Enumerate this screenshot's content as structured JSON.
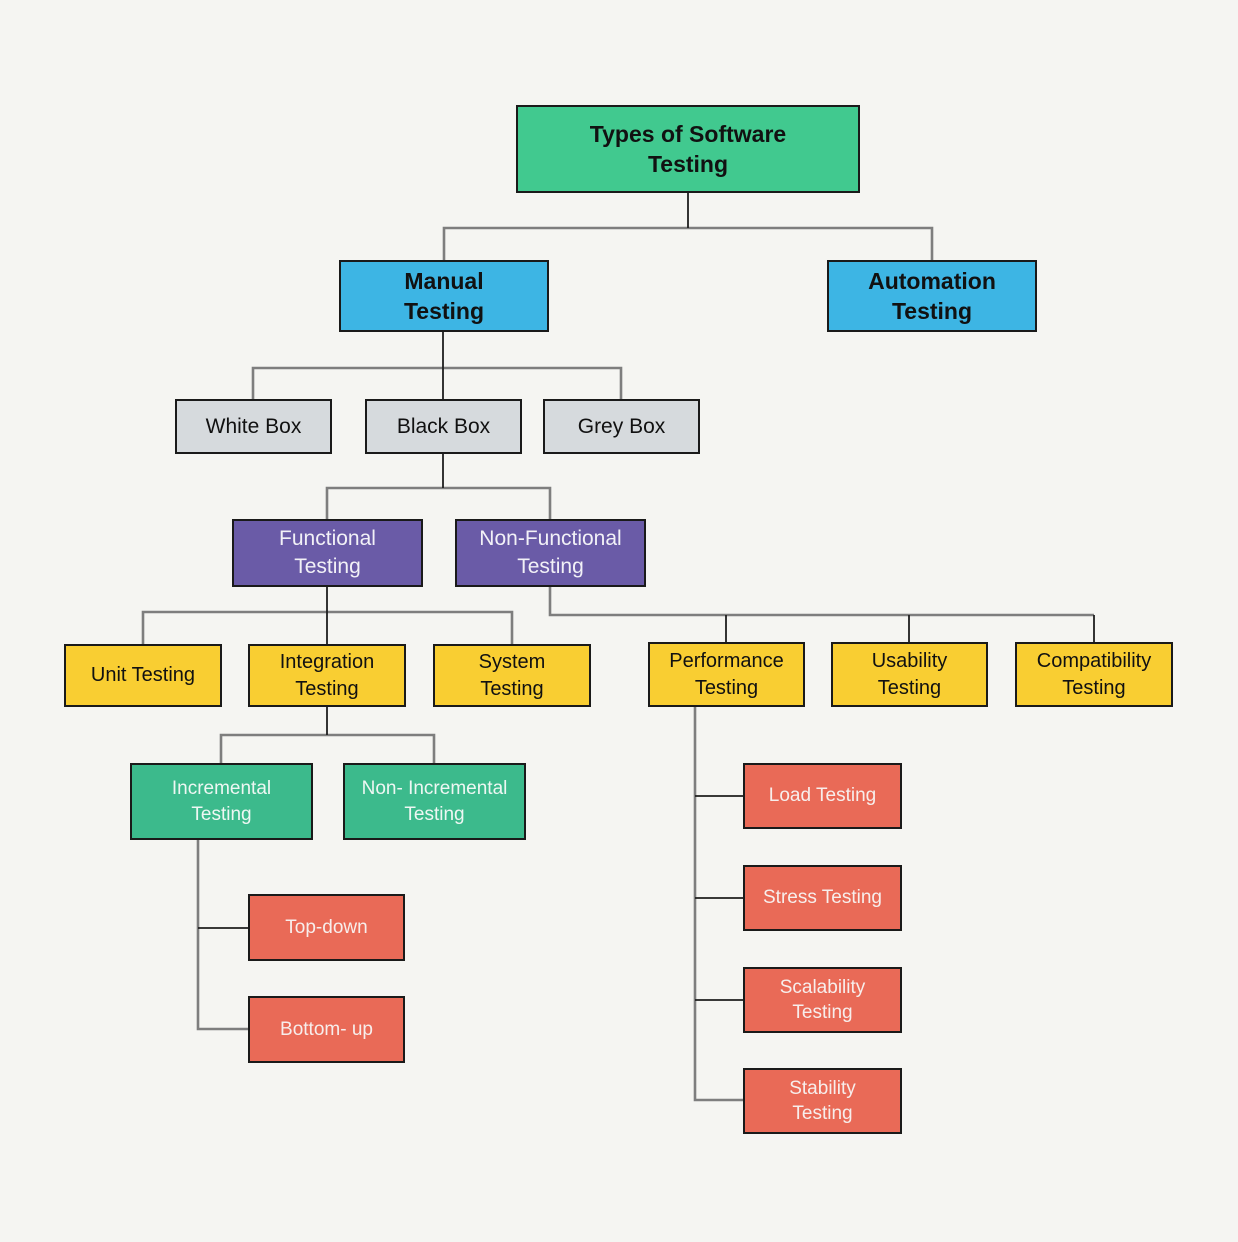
{
  "diagram": {
    "title": "Types of Software Testing",
    "colors": {
      "background": "#f5f5f2",
      "root_green": "#41c98f",
      "blue": "#3db5e4",
      "grey_box": "#d6dadd",
      "purple": "#6a5ba7",
      "yellow": "#f9ce32",
      "green": "#3cba8c",
      "salmon": "#e96a57",
      "line_grey": "#7e7e7e",
      "line_black": "#1e1e1e",
      "box_border": "#1a1a1a"
    },
    "nodes": {
      "root": {
        "label": "Types of Software\nTesting"
      },
      "manual": {
        "label": "Manual\nTesting"
      },
      "automation": {
        "label": "Automation\nTesting"
      },
      "white_box": {
        "label": "White Box"
      },
      "black_box": {
        "label": "Black Box"
      },
      "grey_box": {
        "label": "Grey Box"
      },
      "functional": {
        "label": "Functional\nTesting"
      },
      "non_functional": {
        "label": "Non-Functional\nTesting"
      },
      "unit": {
        "label": "Unit Testing"
      },
      "integration": {
        "label": "Integration\nTesting"
      },
      "system": {
        "label": "System\nTesting"
      },
      "performance": {
        "label": "Performance\nTesting"
      },
      "usability": {
        "label": "Usability\nTesting"
      },
      "compatibility": {
        "label": "Compatibility\nTesting"
      },
      "incremental": {
        "label": "Incremental\nTesting"
      },
      "non_incremental": {
        "label": "Non- Incremental\nTesting"
      },
      "top_down": {
        "label": "Top-down"
      },
      "bottom_up": {
        "label": "Bottom- up"
      },
      "load": {
        "label": "Load Testing"
      },
      "stress": {
        "label": "Stress Testing"
      },
      "scalability": {
        "label": "Scalability\nTesting"
      },
      "stability": {
        "label": "Stability\nTesting"
      }
    },
    "hierarchy": {
      "Types of Software Testing": [
        "Manual Testing",
        "Automation Testing"
      ],
      "Manual Testing": [
        "White Box",
        "Black Box",
        "Grey Box"
      ],
      "Black Box": [
        "Functional Testing",
        "Non-Functional Testing"
      ],
      "Functional Testing": [
        "Unit Testing",
        "Integration Testing",
        "System Testing"
      ],
      "Non-Functional Testing": [
        "Performance Testing",
        "Usability Testing",
        "Compatibility Testing"
      ],
      "Integration Testing": [
        "Incremental Testing",
        "Non- Incremental Testing"
      ],
      "Incremental Testing": [
        "Top-down",
        "Bottom- up"
      ],
      "Performance Testing": [
        "Load Testing",
        "Stress Testing",
        "Scalability Testing",
        "Stability Testing"
      ]
    }
  }
}
